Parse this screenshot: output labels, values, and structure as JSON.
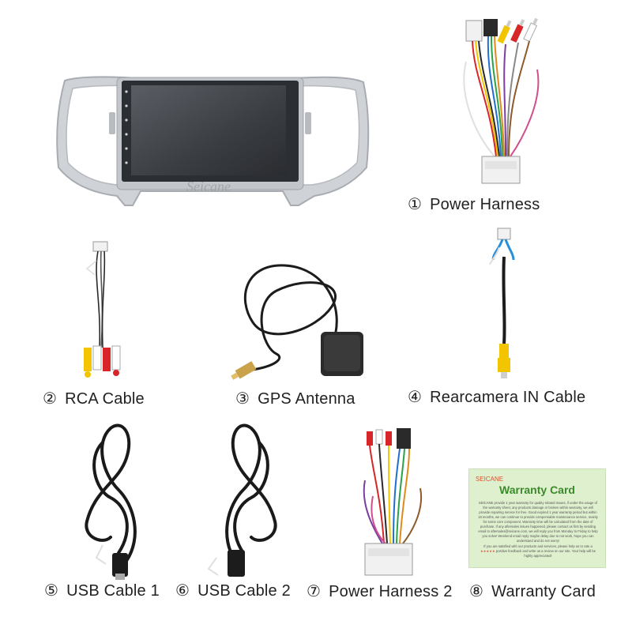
{
  "items": [
    {
      "num": "①",
      "name": "Power Harness"
    },
    {
      "num": "②",
      "name": "RCA Cable"
    },
    {
      "num": "③",
      "name": "GPS Antenna"
    },
    {
      "num": "④",
      "name": "Rearcamera IN Cable"
    },
    {
      "num": "⑤",
      "name": "USB Cable 1"
    },
    {
      "num": "⑥",
      "name": "USB Cable 2"
    },
    {
      "num": "⑦",
      "name": "Power Harness 2"
    },
    {
      "num": "⑧",
      "name": "Warranty Card"
    }
  ],
  "stereo": {
    "watermark": "Seicane"
  },
  "warranty_card": {
    "brand": "SEICANE",
    "title": "Warranty Card",
    "body": "SEICANE provide 1 year warranty for quality related issues, if under the usage of the warranty sheet, any products damage or broken within warranty, we will provide repairing service for free. Good expired 1 year warranty period but within 18 months, we can continue to provide compensable maintenance service, mainly for some core component. Warranty time will be calculated from the date of purchase. If any aftersales issues happened, please contact us first by sending email to aftersales@seicane.com, we will reply you from Monday to Friday to help you solve! Weekend email reply maybe delay due to not work, hope you can understand and do not worry!",
    "foot_before": "If you are satisfied with our products and services, please help us to rate a",
    "stars": "★★★★★",
    "foot_after": "positive feedback and write us a review on our site. Your help will be highly appreciated!"
  },
  "colors": {
    "frame_silver": "#c9ccd0",
    "screen": "#3a3d42",
    "card_bg": "#dff0cf",
    "card_title": "#3b8a2a",
    "rca_yellow": "#f2c500",
    "rca_red": "#d8252a",
    "connector_white": "#f1f1f1"
  }
}
